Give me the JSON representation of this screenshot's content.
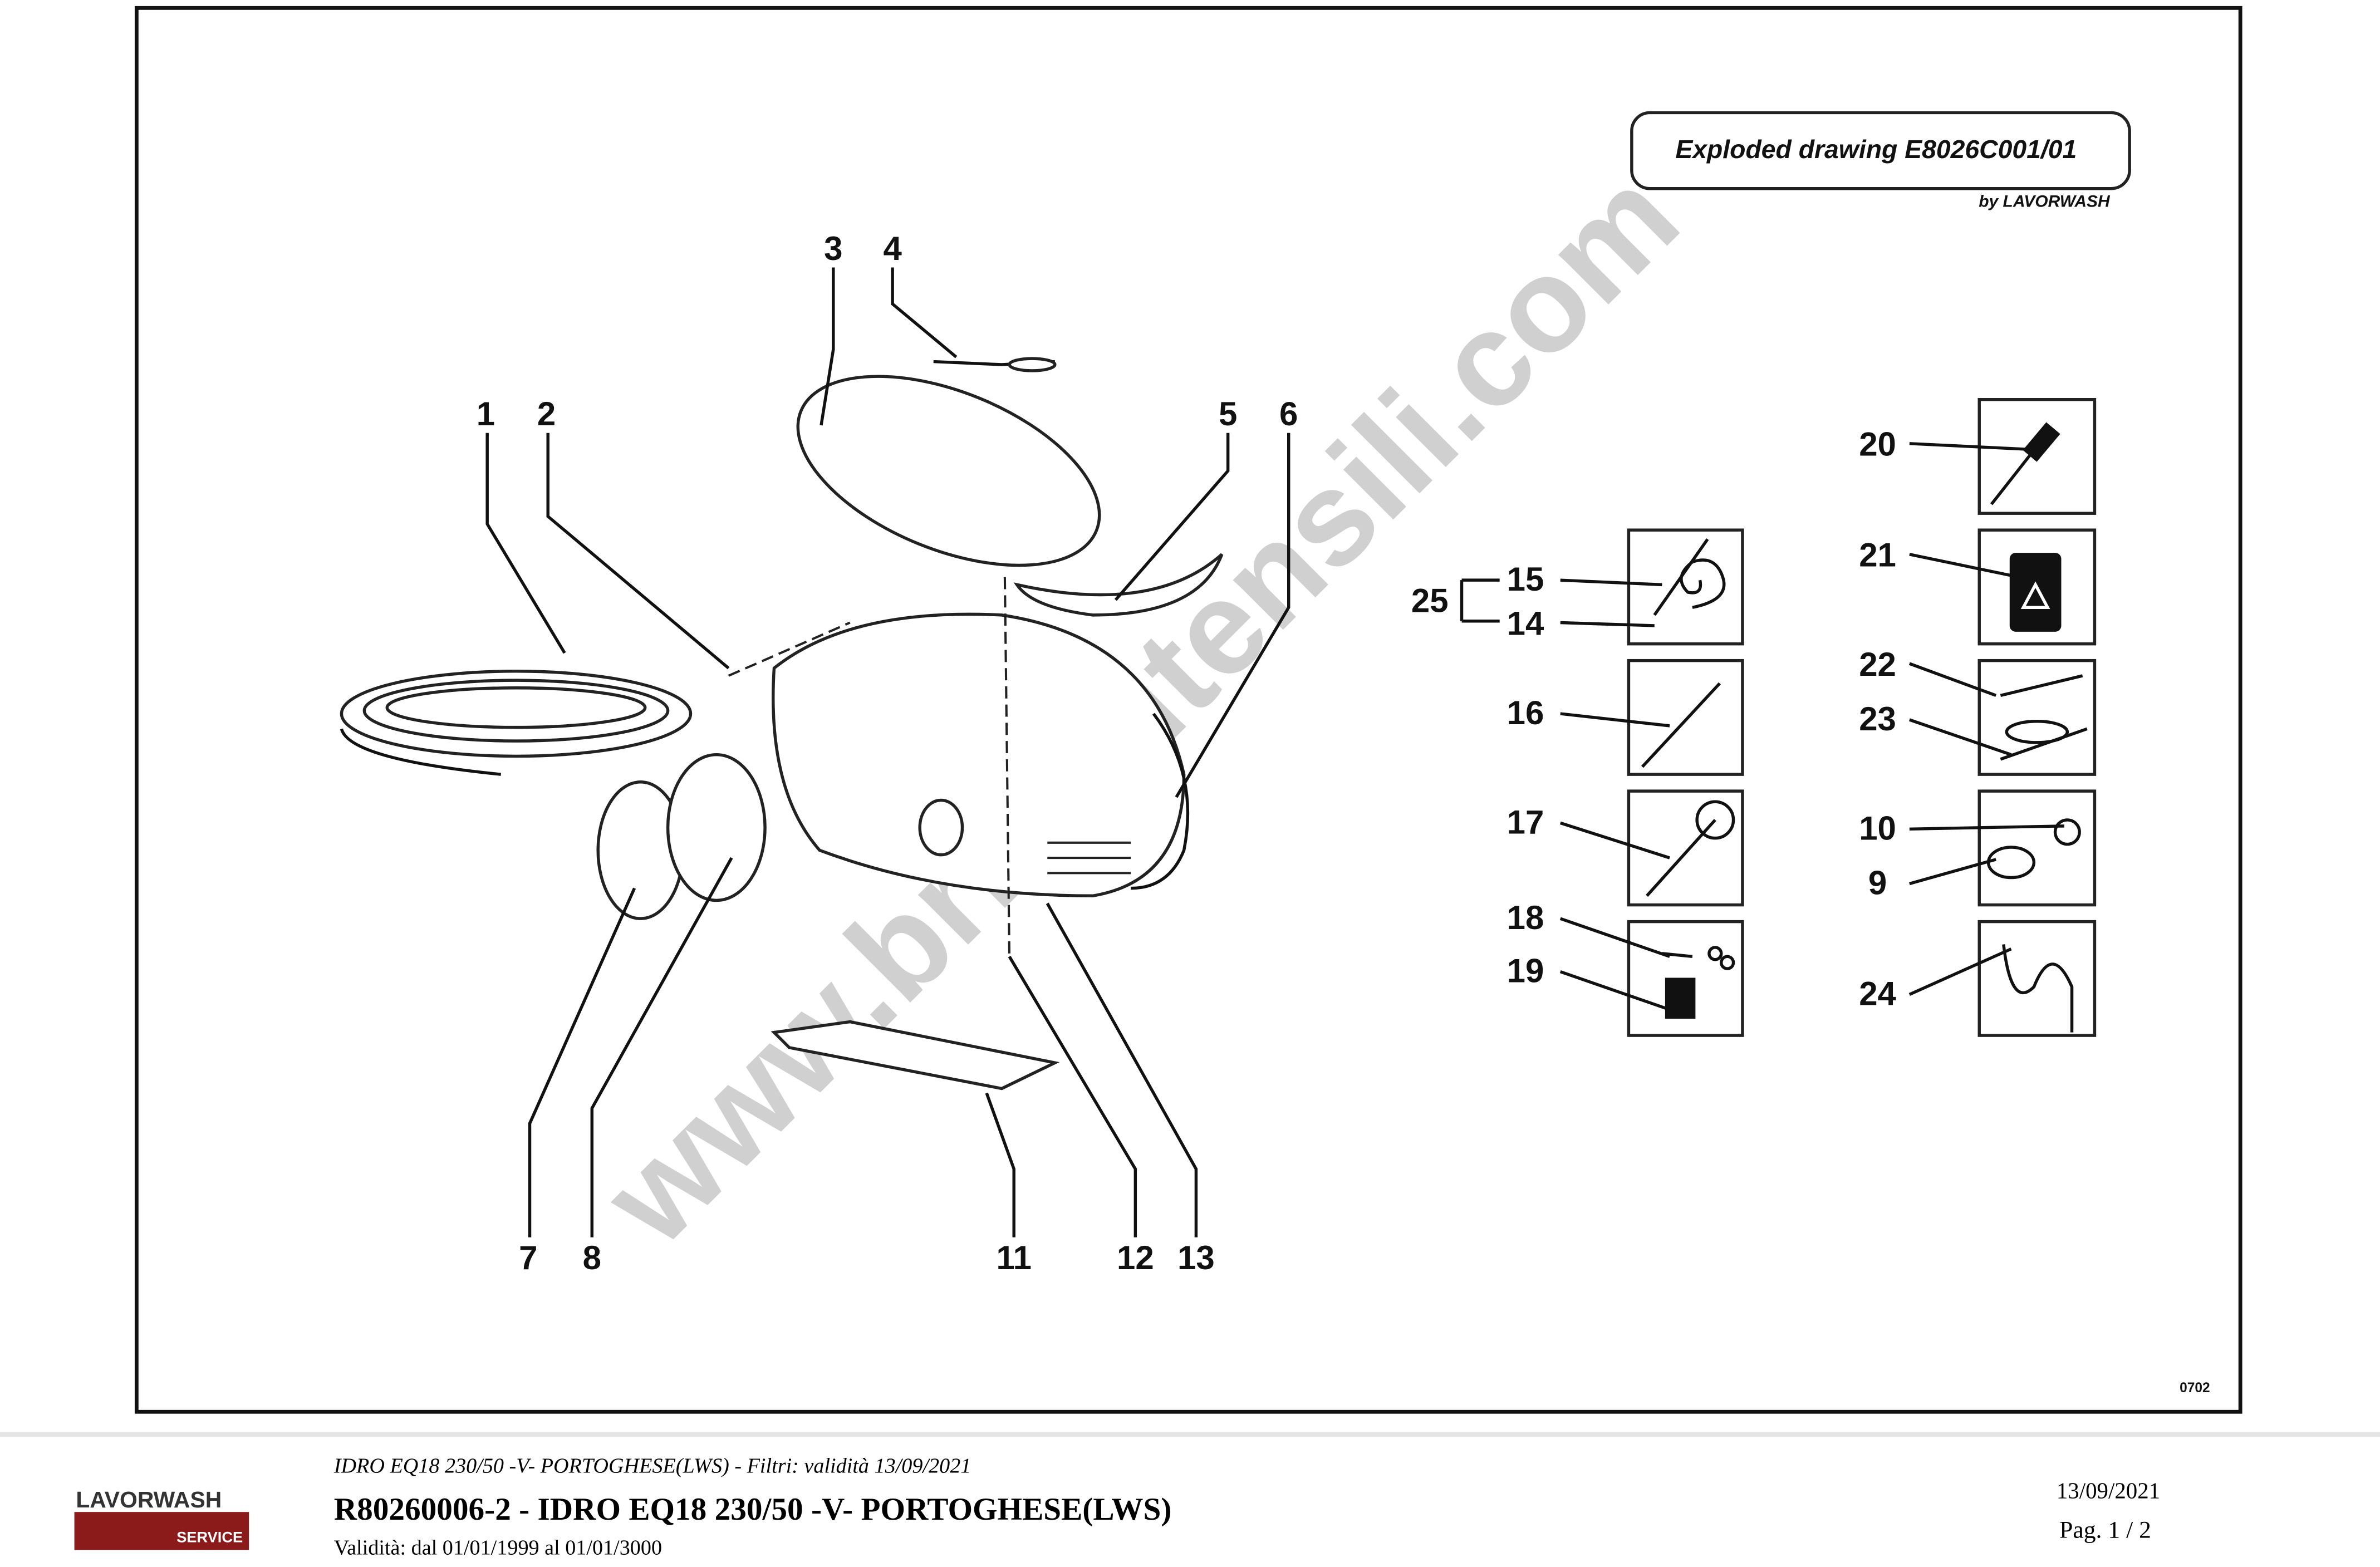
{
  "drawing": {
    "title": "Exploded drawing E8026C001/01",
    "byline": "by LAVORWASH",
    "sheet_code": "0702",
    "watermark": "www.bricoutensili.com",
    "callouts": [
      "1",
      "2",
      "3",
      "4",
      "5",
      "6",
      "7",
      "8",
      "11",
      "12",
      "13",
      "15",
      "14",
      "25",
      "16",
      "17",
      "18",
      "19",
      "20",
      "21",
      "22",
      "23",
      "10",
      "9",
      "24"
    ]
  },
  "footer": {
    "logo_text": "LAVORWASH",
    "logo_sub": "SERVICE",
    "subtitle": "IDRO EQ18 230/50 -V- PORTOGHESE(LWS) - Filtri: validità 13/09/2021",
    "title": "R80260006-2 - IDRO EQ18 230/50 -V- PORTOGHESE(LWS)",
    "validity": "Validità: dal 01/01/1999 al 01/01/3000",
    "date": "13/09/2021",
    "page": "Pag. 1 / 2"
  },
  "colors": {
    "logo_red": "#8b1a1a",
    "watermark": "#c8c8c8"
  }
}
